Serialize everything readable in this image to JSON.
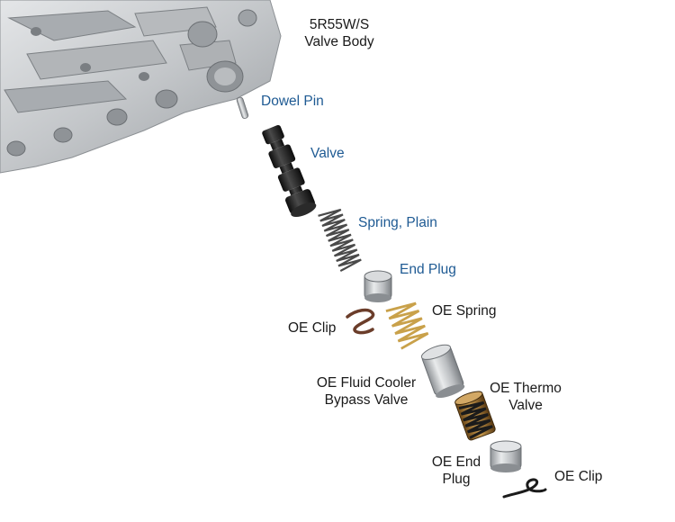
{
  "title": {
    "line1": "5R55W/S",
    "line2": "Valve Body"
  },
  "labels": {
    "dowel_pin": "Dowel Pin",
    "valve": "Valve",
    "spring_plain": "Spring, Plain",
    "end_plug": "End Plug",
    "oe_clip_1": "OE Clip",
    "oe_spring": "OE Spring",
    "oe_fluid_cooler_line1": "OE Fluid Cooler",
    "oe_fluid_cooler_line2": "Bypass Valve",
    "oe_thermo_line1": "OE Thermo",
    "oe_thermo_line2": "Valve",
    "oe_end_plug_line1": "OE End",
    "oe_end_plug_line2": "Plug",
    "oe_clip_2": "OE Clip"
  },
  "colors": {
    "new_part_label": "#1e5a93",
    "oe_part_label": "#1a1a1a",
    "aluminum": "#c9cbcd",
    "black_part": "#1b1b1b",
    "brass_spring": "#c9a14a",
    "clip_brown": "#6b3d2a"
  }
}
